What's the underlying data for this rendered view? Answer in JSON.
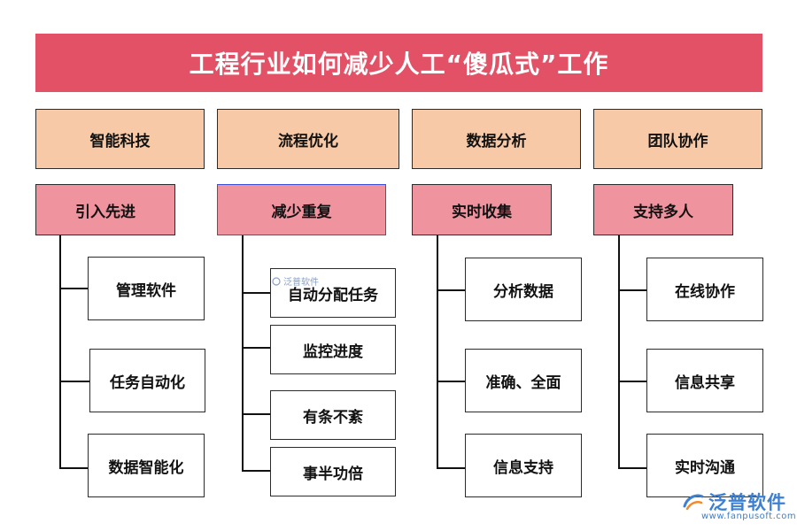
{
  "title": "工程行业如何减少人工“傻瓜式”工作",
  "columns": [
    {
      "category": "智能科技",
      "subcategory": "引入先进",
      "items": [
        "管理软件",
        "任务自动化",
        "数据智能化"
      ]
    },
    {
      "category": "流程优化",
      "subcategory": "减少重复",
      "items": [
        "自动分配任务",
        "监控进度",
        "有条不紊",
        "事半功倍"
      ]
    },
    {
      "category": "数据分析",
      "subcategory": "实时收集",
      "items": [
        "分析数据",
        "准确、全面",
        "信息支持"
      ]
    },
    {
      "category": "团队协作",
      "subcategory": "支持多人",
      "items": [
        "在线协作",
        "信息共享",
        "实时沟通"
      ]
    }
  ],
  "watermark": {
    "small_text": "泛普软件",
    "logo_text": "泛普软件",
    "logo_url": "www.fanpusoft.com"
  },
  "colors": {
    "title_bg": "#e35166",
    "category_bg": "#f7c9a6",
    "subcategory_bg": "#ef939f",
    "leaf_bg": "#ffffff",
    "logo": "#3d7fd1"
  }
}
